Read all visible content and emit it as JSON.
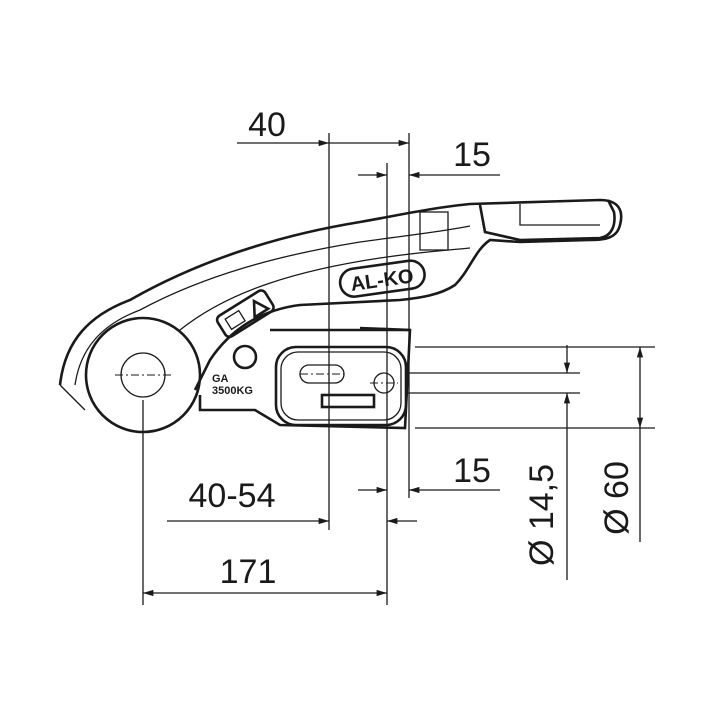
{
  "drawing": {
    "brand_logo": "AL-KO",
    "plate_text": [
      "GA",
      "3500KG"
    ],
    "dimensions": {
      "top_40": "40",
      "top_15": "15",
      "bottom_15": "15",
      "range_40_54": "40-54",
      "overall_171": "171",
      "diameter_14_5": "Ø 14,5",
      "diameter_60": "Ø 60"
    }
  }
}
